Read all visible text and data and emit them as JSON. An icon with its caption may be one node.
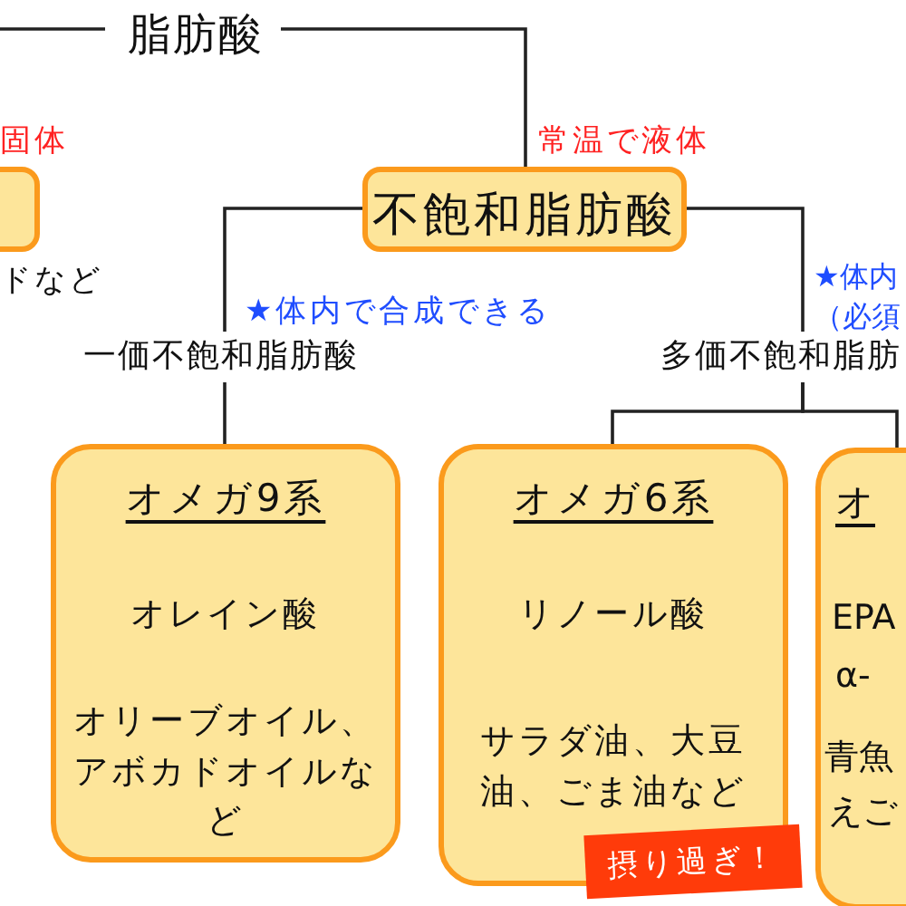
{
  "diagram": {
    "nodes": [
      {
        "text": [
          "脂肪酸"
        ]
      },
      {
        "text": [],
        "shape": "box"
      },
      {
        "text": [
          "不飽和脂肪酸"
        ]
      },
      {
        "text": [
          "一価不飽和脂肪酸"
        ]
      },
      {
        "text": [
          "多価不飽和脂肪"
        ]
      },
      {
        "text": [
          "オメガ9系",
          "オレイン酸",
          "オリーブオイル、アボカドオイルなど"
        ]
      },
      {
        "text": [
          "オメガ6系",
          "リノール酸",
          "サラダ油、大豆油、ごま油など",
          "摂り過ぎ！"
        ]
      },
      {
        "text": [
          "オ",
          "EPA",
          "α-",
          "青魚",
          "えご"
        ]
      }
    ],
    "edges": [
      {
        "from": 0,
        "to": 2,
        "arrow": "none",
        "label": "常温で液体"
      },
      {
        "from": 2,
        "to": 3,
        "arrow": "none",
        "label": "★体内で合成できる"
      },
      {
        "from": 2,
        "to": 4,
        "arrow": "none",
        "label": "★体内（必須"
      },
      {
        "from": 3,
        "to": 5,
        "arrow": "none"
      },
      {
        "from": 4,
        "to": 6,
        "arrow": "none"
      },
      {
        "from": 4,
        "to": 7,
        "arrow": "none"
      }
    ],
    "labels": [
      "固体",
      "ドなど"
    ]
  }
}
